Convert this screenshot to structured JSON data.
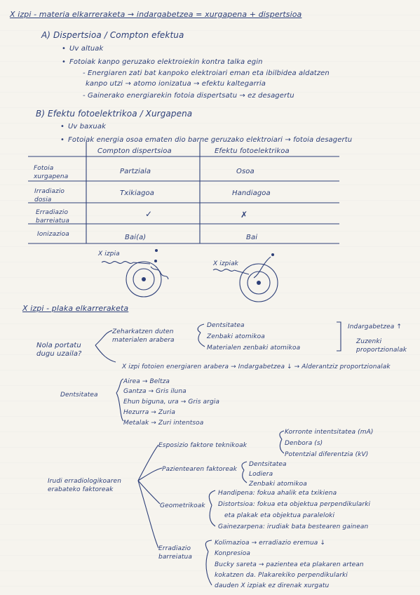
{
  "sections": {
    "radiation_title": "X izpi - materia elkarreraketa → indargabetzea = xurgapena + dispertsioa",
    "a_heading": "A) Dispertsioa / Compton efektua",
    "a_bullets": [
      "Uv altuak",
      "Fotoiak kanpo geruzako elektroiekin kontra talka egin",
      "- Energiaren zati bat kanpoko elektroiari eman eta ibilbidea aldatzen",
      "kanpo utzi → atomo ionizatua → efektu kaltegarria",
      "- Gainerako energiarekin fotoia dispertsatu → ez desagertu"
    ],
    "b_heading": "B) Efektu fotoelektrikoa / Xurgapena",
    "b_bullets": [
      "Uv baxuak",
      "Fotoiak energia osoa ematen dio barne geruzako elektroiari → fotoia desagertu"
    ]
  },
  "comparison_table": {
    "col_headers": [
      "Compton dispertsioa",
      "Efektu fotoelektrikoa"
    ],
    "rows": [
      {
        "label": "Fotoia xurgapena",
        "compton": "Partziala",
        "photo": "Osoa"
      },
      {
        "label": "Irradiazio dosia",
        "compton": "Txikiagoa",
        "photo": "Handiagoa"
      },
      {
        "label": "Erradiazio barreiatua",
        "compton": "✓",
        "photo": "✗"
      },
      {
        "label": "Ionizazioa",
        "compton": "Bai(a)",
        "photo": "Bai"
      }
    ]
  },
  "diagram_labels": {
    "left_xray": "X izpia",
    "right_xray": "X izpiak"
  },
  "plane": {
    "title": "X izpi - plaka elkarreraketa",
    "question": "Nola portatu dugu uzaila?",
    "branch1": "Zeharkatzen duten materialen arabera",
    "branch1_items": [
      "Dentsitatea",
      "Zenbaki atomikoa",
      "Materialen zenbaki atomikoa"
    ],
    "branch1_note1": "Indargabetzea ↑",
    "branch1_note2": "Zuzenki proportzionalak",
    "branch2": "X izpi fotoien energiaren arabera → Indargabetzea ↓ → Alderantziz proportzionalak",
    "density_heading": "Dentsitatea",
    "density_items": [
      "Airea → Beltza",
      "Gantza → Gris iluna",
      "Ehun biguna, ura → Gris argia",
      "Hezurra → Zuria",
      "Metalak → Zuri intentsoa"
    ],
    "tree_root": "Irudi erradiologikoaren erabateko faktoreak",
    "tree": [
      {
        "branch": "Esposizio faktore teknikoak",
        "items": [
          "Korronte intentsitatea (mA)",
          "Denbora (s)",
          "Potentzial diferentzia (kV)"
        ]
      },
      {
        "branch": "Pazientearen faktoreak",
        "items": [
          "Dentsitatea",
          "Lodiera",
          "Zenbaki atomikoa"
        ]
      },
      {
        "branch": "Geometrikoak",
        "items": [
          "Handipena: fokua ahalik eta txikiena",
          "Distortsioa: fokua eta objektua perpendikularki",
          "eta plakak eta objektua paraleloki",
          "Gainezarpena: irudiak bata bestearen gainean"
        ]
      },
      {
        "branch": "Erradiazio barreiatua",
        "items": [
          "Kolimazioa → erradiazio eremua ↓",
          "Konpresioa",
          "Bucky sareta → pazientea eta plakaren artean",
          "kokatzen da. Plakarekiko perpendikularki",
          "dauden X izpiak ez direnak xurgatu"
        ]
      }
    ]
  }
}
